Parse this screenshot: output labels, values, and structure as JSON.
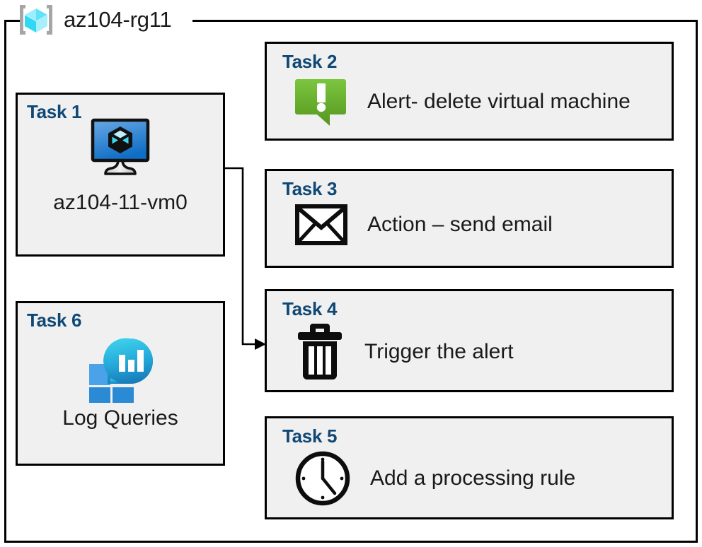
{
  "resource_group": {
    "title": "az104-rg11",
    "icon": "resource-group-cube-icon"
  },
  "colors": {
    "task_label": "#0f4775",
    "card_background": "#f0f0f0",
    "card_border": "#000000",
    "alert_green_light": "#7ac143",
    "alert_green_dark": "#55961f",
    "vm_blue_light": "#5b9fe0",
    "vm_blue_dark": "#1272cc",
    "log_square_light": "#4aa3e8",
    "log_square_dark": "#2a8ad4",
    "log_blob_top": "#32c8e8",
    "log_blob_bottom": "#1b7fbd",
    "rg_cube_cyan": "#31d8f5",
    "rg_bracket_gray": "#a6a6a6",
    "connector": "#000000"
  },
  "cards": [
    {
      "id": "task1",
      "label": "Task 1",
      "caption": "az104-11-vm0",
      "icon": "virtual-machine-icon",
      "layout": "vertical"
    },
    {
      "id": "task2",
      "label": "Task 2",
      "text": "Alert- delete virtual machine",
      "icon": "alert-speech-bubble-icon",
      "layout": "horizontal"
    },
    {
      "id": "task3",
      "label": "Task 3",
      "text": "Action – send email",
      "icon": "envelope-icon",
      "layout": "horizontal"
    },
    {
      "id": "task4",
      "label": "Task 4",
      "text": "Trigger the alert",
      "icon": "trash-can-icon",
      "layout": "horizontal"
    },
    {
      "id": "task5",
      "label": "Task 5",
      "text": "Add a processing rule",
      "icon": "clock-icon",
      "layout": "horizontal"
    },
    {
      "id": "task6",
      "label": "Task 6",
      "caption": "Log Queries",
      "icon": "log-analytics-icon",
      "layout": "vertical"
    }
  ],
  "connector": {
    "from": "task1-virtual-machine-icon",
    "to": "task4",
    "arrow": "arrow-right-head"
  }
}
